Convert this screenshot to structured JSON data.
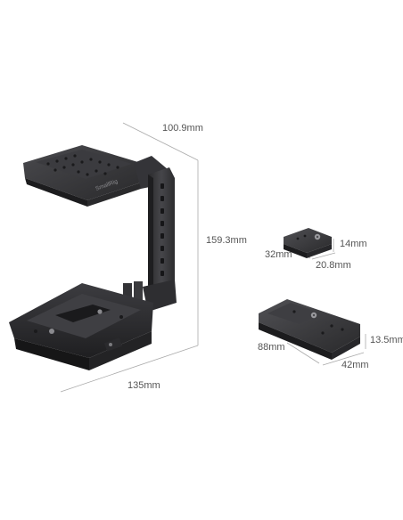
{
  "product": {
    "brand_logo_text": "SmallRig"
  },
  "dimensions": {
    "top_depth": "100.9mm",
    "height": "159.3mm",
    "width": "135mm"
  },
  "small_plate": {
    "height": "14mm",
    "width": "32mm",
    "length": "20.8mm"
  },
  "base_plate": {
    "length": "88mm",
    "height": "13.5mm",
    "width": "42mm"
  },
  "colors": {
    "metal_dark": "#2b2b2d",
    "metal_mid": "#3c3c3f",
    "metal_light": "#555559",
    "dimension_line": "#aaaaaa",
    "label_text": "#555555"
  }
}
